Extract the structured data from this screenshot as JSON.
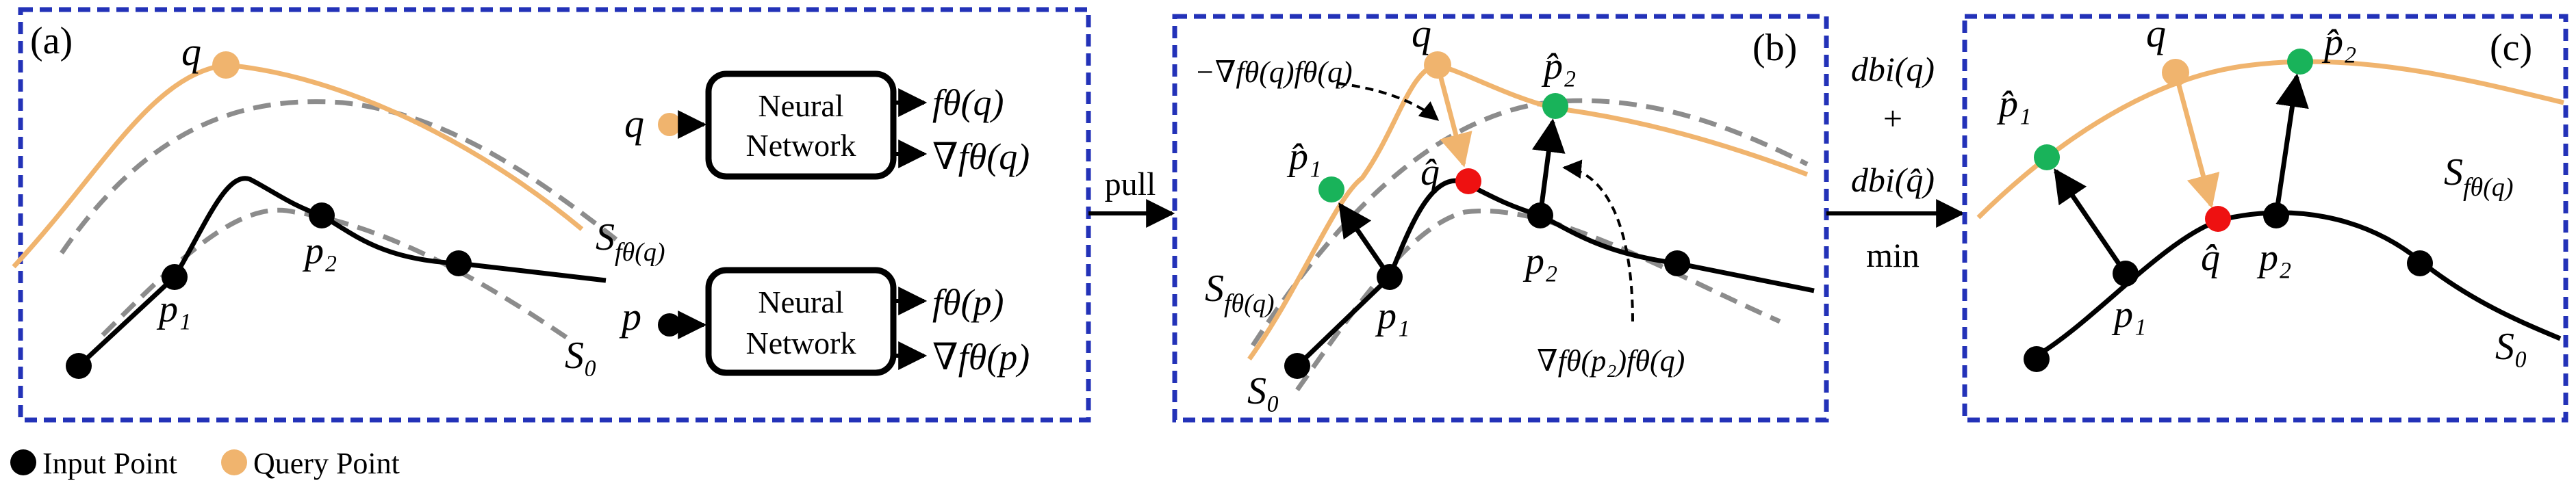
{
  "panels": [
    {
      "label": "(a)"
    },
    {
      "label": "(b)"
    },
    {
      "label": "(c)"
    }
  ],
  "colors": {
    "frame": "#2332b8",
    "query": "#f0b46e",
    "input": "#000000",
    "projected": "#19b35a",
    "qhat": "#ee1111",
    "dashed": "#8c8c8c"
  },
  "panel_a": {
    "q_label": "q",
    "p_label": "p",
    "p1_label": "p₁",
    "p2_label": "p₂",
    "s_ftheta_label": "S",
    "s_ftheta_sub": "fθ(q)",
    "s0_label": "S₀",
    "net_top": {
      "line1": "Neural",
      "line2": "Network",
      "in_label": "q",
      "out1": "fθ(q)",
      "out2": "∇fθ(q)"
    },
    "net_bottom": {
      "line1": "Neural",
      "line2": "Network",
      "in_label": "p",
      "out1": "fθ(p)",
      "out2": "∇fθ(p)"
    }
  },
  "arrow_ab": {
    "label": "pull"
  },
  "panel_b": {
    "q_label": "q",
    "p1hat_label": "p̂₁",
    "p2hat_label": "p̂₂",
    "qhat_label": "q̂",
    "p1_label": "p₁",
    "p2_label": "p₂",
    "s0_label": "S₀",
    "s_ftheta_label": "S",
    "s_ftheta_sub": "fθ(q)",
    "grad_q_label": "−∇fθ(q)fθ(q)",
    "grad_p2_label": "∇fθ(p₂)fθ(q)"
  },
  "arrow_bc": {
    "line1": "dbi(q)",
    "plus": "+",
    "line2": "dbi(q̂)",
    "line3": "min"
  },
  "panel_c": {
    "q_label": "q",
    "p1hat_label": "p̂₁",
    "p2hat_label": "p̂₂",
    "qhat_label": "q̂",
    "p1_label": "p₁",
    "p2_label": "p₂",
    "s0_label": "S₀",
    "s_ftheta_label": "S",
    "s_ftheta_sub": "fθ(q)"
  },
  "legend": {
    "input_label": "Input Point",
    "query_label": "Query Point"
  }
}
